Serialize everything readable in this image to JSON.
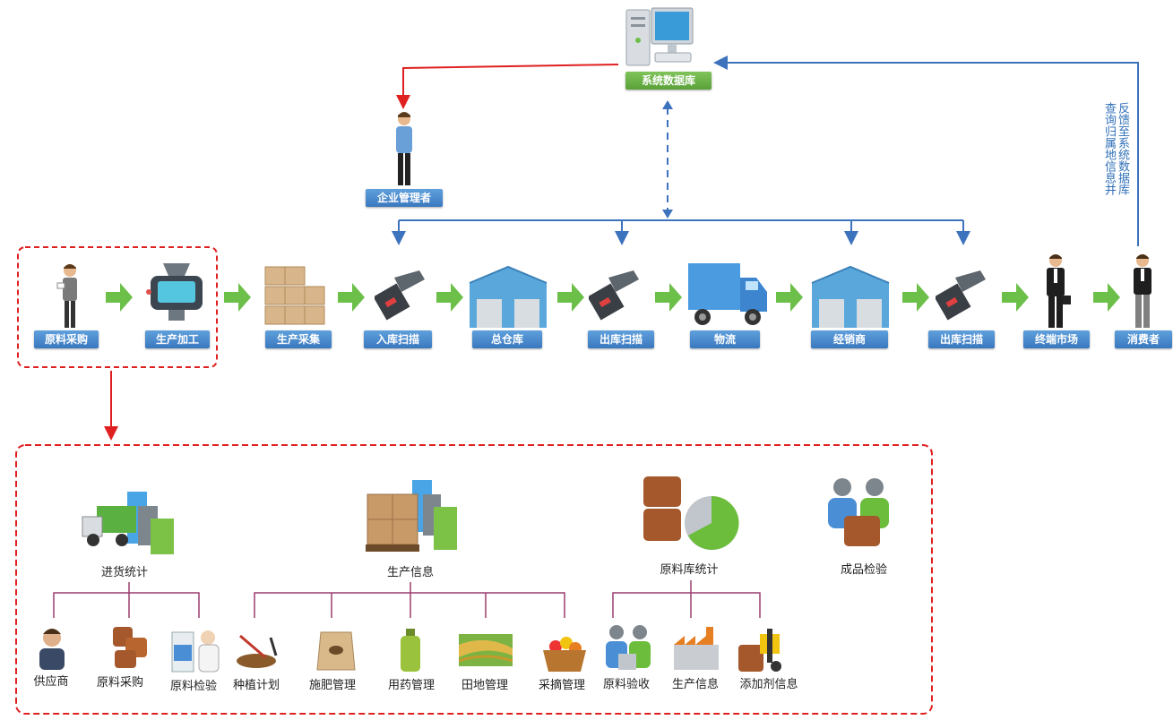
{
  "top": {
    "database_label": "系统数据库",
    "manager_label": "企业管理者",
    "feedback_text": "反馈至系统数据库",
    "query_text": "查询归属地信息并"
  },
  "flow": {
    "labels": [
      "原料采购",
      "生产加工",
      "生产采集",
      "入库扫描",
      "总仓库",
      "出库扫描",
      "物流",
      "经销商",
      "出库扫描",
      "终端市场",
      "消费者"
    ]
  },
  "detail": {
    "groups": [
      {
        "title": "进货统计",
        "children": [
          "供应商",
          "原料采购",
          "原料检验"
        ]
      },
      {
        "title": "生产信息",
        "children": [
          "种植计划",
          "施肥管理",
          "用药管理",
          "田地管理",
          "采摘管理"
        ]
      },
      {
        "title": "原料库统计",
        "children": [
          "原料验收",
          "生产信息",
          "添加剂信息"
        ]
      },
      {
        "title": "成品检验",
        "children": []
      }
    ]
  },
  "colors": {
    "red": "#e02020",
    "blue": "#3d72bd",
    "green_arrow": "#6cc04a",
    "tree": "#9b3d6e"
  }
}
